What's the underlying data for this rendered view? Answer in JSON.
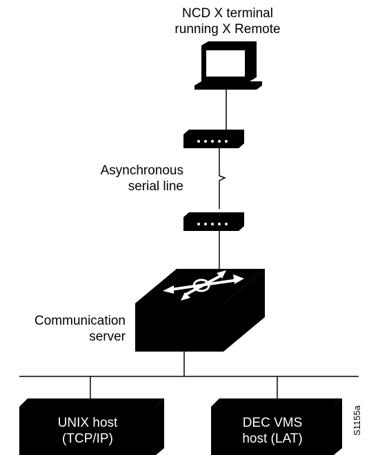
{
  "labels": {
    "terminal_line1": "NCD X terminal",
    "terminal_line2": "running X Remote",
    "serial_line1": "Asynchronous",
    "serial_line2": "serial line",
    "server_line1": "Communication",
    "server_line2": "server",
    "unix_line1": "UNIX host",
    "unix_line2": "(TCP/IP)",
    "vms_line1": "DEC VMS",
    "vms_line2": "host (LAT)",
    "figure_id": "S1155a"
  },
  "colors": {
    "ink": "#000000",
    "background": "#ffffff",
    "box_text": "#ffffff"
  }
}
